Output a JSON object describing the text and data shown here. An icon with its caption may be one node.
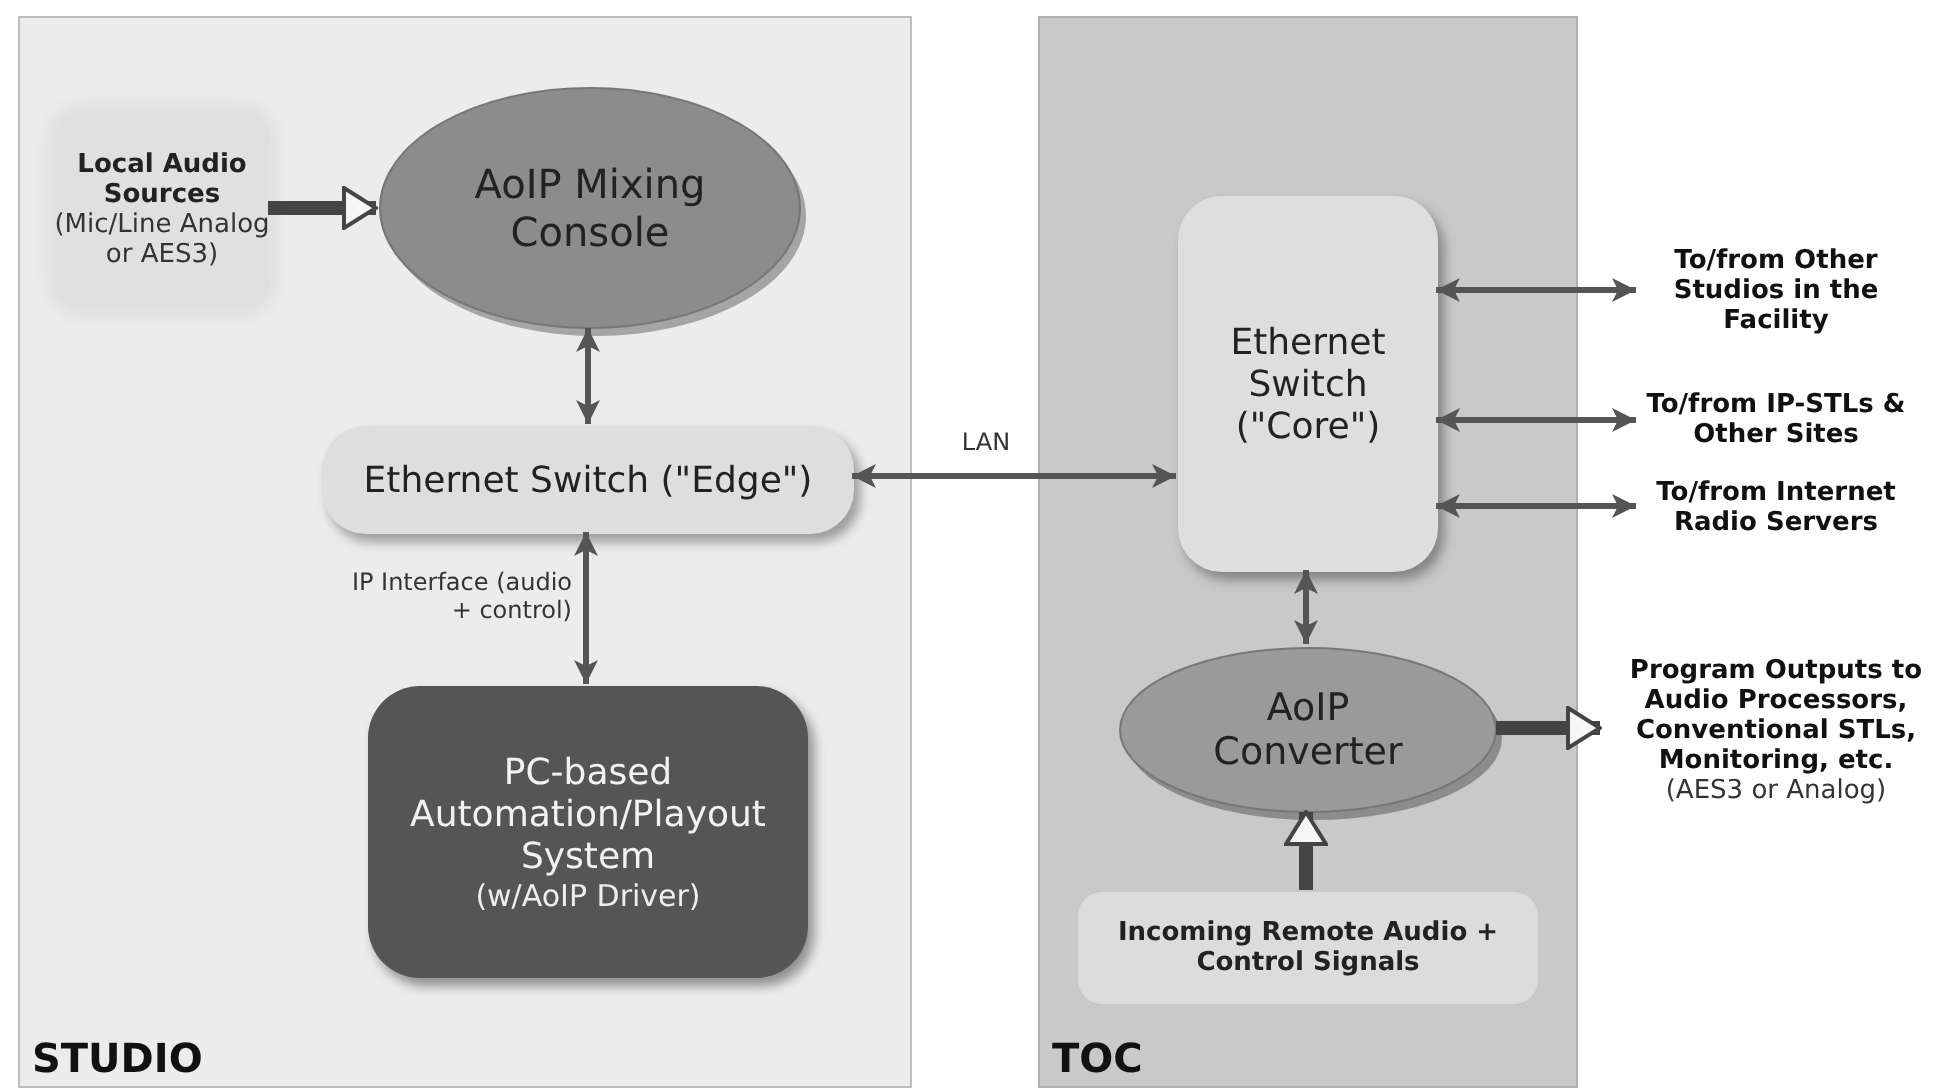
{
  "diagram": {
    "nodes": [
      {
        "text": [
          "STUDIO"
        ]
      },
      {
        "text": [
          "Local Audio Sources",
          "(Mic/Line Analog or AES3)"
        ],
        "in": 0
      },
      {
        "text": [
          "AoIP Mixing Console"
        ],
        "in": 0
      },
      {
        "text": [
          "Ethernet Switch (\"Edge\")"
        ],
        "in": 0
      },
      {
        "text": [
          "PC-based Automation/Playout System",
          "(w/AoIP Driver)"
        ],
        "in": 0
      },
      {
        "text": [
          "TOC"
        ]
      },
      {
        "text": [
          "Ethernet Switch (\"Core\")"
        ],
        "in": 5
      },
      {
        "text": [
          "AoIP Converter"
        ],
        "in": 5
      },
      {
        "text": [
          "Incoming Remote Audio + Control Signals"
        ],
        "in": 5
      },
      {
        "text": [
          "To/from Other Studios in the Facility"
        ]
      },
      {
        "text": [
          "To/from IP-STLs & Other Sites"
        ]
      },
      {
        "text": [
          "To/from Internet Radio Servers"
        ]
      },
      {
        "text": [
          "Program Outputs to Audio Processors, Conventional STLs, Monitoring, etc.",
          "(AES3 or Analog)"
        ]
      }
    ],
    "edges": [
      {
        "from": 1,
        "to": 2,
        "arrow": "to",
        "style": "thick"
      },
      {
        "from": 2,
        "to": 3,
        "arrow": "both"
      },
      {
        "from": 3,
        "to": 6,
        "arrow": "both",
        "label": "LAN"
      },
      {
        "from": 3,
        "to": 4,
        "arrow": "both",
        "label": "IP Interface (audio + control)"
      },
      {
        "from": 6,
        "to": 9,
        "arrow": "both"
      },
      {
        "from": 6,
        "to": 10,
        "arrow": "both"
      },
      {
        "from": 6,
        "to": 11,
        "arrow": "both"
      },
      {
        "from": 6,
        "to": 7,
        "arrow": "both"
      },
      {
        "from": 7,
        "to": 12,
        "arrow": "to",
        "style": "thick"
      },
      {
        "from": 8,
        "to": 7,
        "arrow": "to",
        "style": "thick"
      }
    ]
  }
}
